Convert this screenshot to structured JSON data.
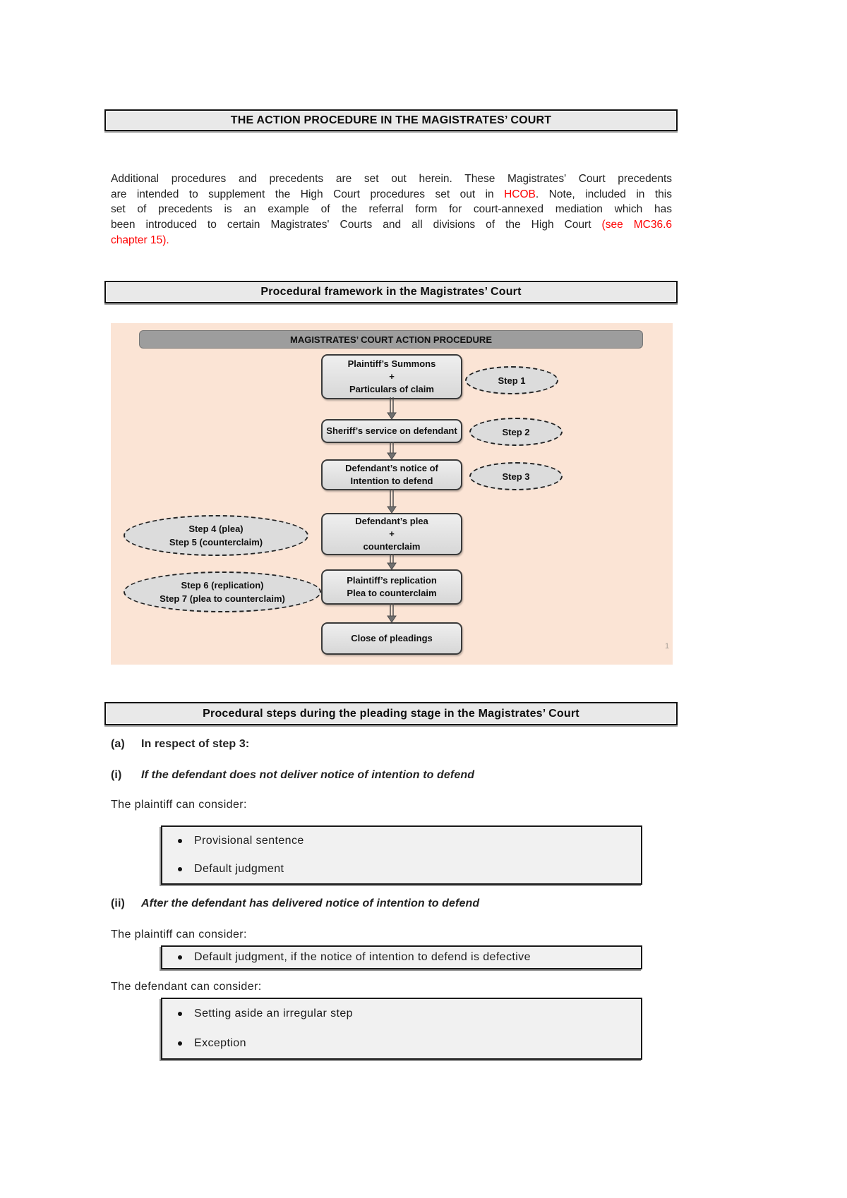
{
  "document": {
    "title": "THE ACTION PROCEDURE IN THE MAGISTRATES’ COURT"
  },
  "intro": {
    "lines": [
      {
        "segments": [
          {
            "t": "Additional procedures and precedents are set out herein. These Magistrates' Court precedents"
          }
        ]
      },
      {
        "segments": [
          {
            "t": "are intended to supplement the High Court procedures set out in "
          },
          {
            "t": "HCOB",
            "red": true
          },
          {
            "t": ". Note, included in this"
          }
        ]
      },
      {
        "segments": [
          {
            "t": "set of precedents is an example of the referral form for court-annexed mediation which has"
          }
        ]
      },
      {
        "segments": [
          {
            "t": "been introduced to certain Magistrates' Courts and all divisions of the High Court "
          },
          {
            "t": "(see MC36.6",
            "red": true
          }
        ]
      },
      {
        "segments": [
          {
            "t": "chapter 15).",
            "red": true
          }
        ]
      }
    ]
  },
  "section_framework": {
    "title": "Procedural framework in the Magistrates’ Court"
  },
  "flowchart": {
    "banner": "MAGISTRATES’ COURT ACTION PROCEDURE",
    "boxes": [
      {
        "lines": [
          "Plaintiff’s Summons",
          "+",
          "Particulars of claim"
        ]
      },
      {
        "lines": [
          "Sheriff’s service on defendant"
        ]
      },
      {
        "lines": [
          "Defendant’s notice of",
          "Intention to defend"
        ]
      },
      {
        "lines": [
          "Defendant’s plea",
          "+",
          "counterclaim"
        ]
      },
      {
        "lines": [
          "Plaintiff’s replication",
          "Plea to counterclaim"
        ]
      },
      {
        "lines": [
          "Close of pleadings"
        ]
      }
    ],
    "steps_right": [
      {
        "label": "Step 1"
      },
      {
        "label": "Step 2"
      },
      {
        "label": "Step 3"
      }
    ],
    "steps_left": [
      {
        "lines": [
          "Step 4 (plea)",
          "Step 5  (counterclaim)"
        ]
      },
      {
        "lines": [
          "Step 6 (replication)",
          "Step 7 (plea to counterclaim)"
        ]
      }
    ],
    "footnote_mark": "1",
    "colors": {
      "background": "#fbe4d5",
      "banner_fill": "#9d9d9d",
      "box_fill": "#e3e3e3",
      "ellipse_fill": "#dcdcdc"
    }
  },
  "section_steps": {
    "title": "Procedural steps during the pleading stage in the Magistrates’ Court"
  },
  "pleading": {
    "item_a": {
      "marker": "(a)",
      "text": "In respect of step 3:"
    },
    "sub_i": {
      "marker": "(i)",
      "text": "If the defendant does not deliver notice of intention to defend"
    },
    "plaintiff_consider_1": "The plaintiff can consider:",
    "box_1": {
      "bullets": [
        "Provisional sentence",
        "Default judgment"
      ]
    },
    "sub_ii": {
      "marker": "(ii)",
      "text": "After the defendant has delivered notice of intention to defend"
    },
    "plaintiff_consider_2": "The plaintiff can consider:",
    "box_2": {
      "bullets": [
        "Default judgment, if the notice of intention to defend is defective"
      ]
    },
    "defendant_consider": "The defendant can consider:",
    "box_3": {
      "bullets": [
        "Setting aside an irregular step",
        "Exception"
      ]
    }
  },
  "colors": {
    "reference_red": "#fe0000",
    "header_fill": "#e9e9e9",
    "page_background": "#ffffff"
  }
}
